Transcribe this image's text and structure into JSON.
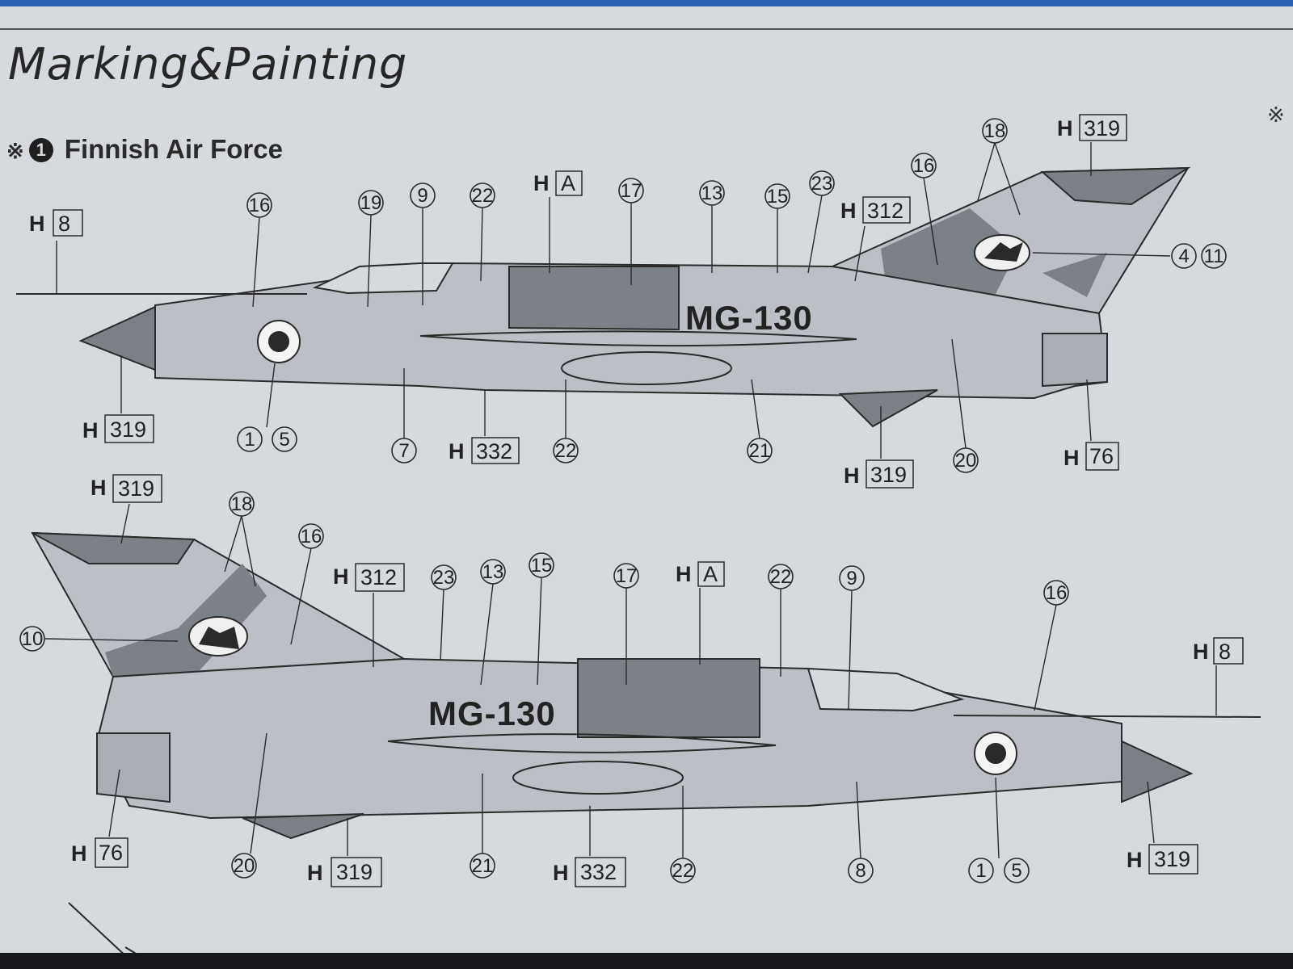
{
  "heading": "Marking&Painting",
  "scheme": {
    "mark": "※",
    "number": "1",
    "title": "Finnish Air Force"
  },
  "corner_mark": "※",
  "serial": "MG-130",
  "colors": {
    "paper": "#d6d9dd",
    "light_grey": "#bcc0c6",
    "dark_grey": "#7c8087",
    "line": "#2a2a2a"
  },
  "paint_codes": {
    "prefix": "H",
    "nose_probe": "8",
    "nose_cone": "319",
    "fuselage_band": "A",
    "vertical_tail_root": "312",
    "tail_tip": "319",
    "ventral": "319",
    "tailpipe": "76",
    "belly_pod": "332"
  },
  "upper_view": {
    "callouts_top": [
      "16",
      "19",
      "9",
      "22",
      "17",
      "13",
      "15",
      "23",
      "16",
      "18"
    ],
    "callouts_side": [
      "4",
      "11"
    ],
    "callouts_bottom": [
      "1",
      "5",
      "7",
      "22",
      "21",
      "20"
    ]
  },
  "lower_view": {
    "callouts_top": [
      "18",
      "16",
      "23",
      "13",
      "15",
      "17",
      "22",
      "9",
      "16"
    ],
    "callouts_side": [
      "10"
    ],
    "callouts_bottom": [
      "20",
      "21",
      "22",
      "8",
      "1",
      "5"
    ]
  }
}
